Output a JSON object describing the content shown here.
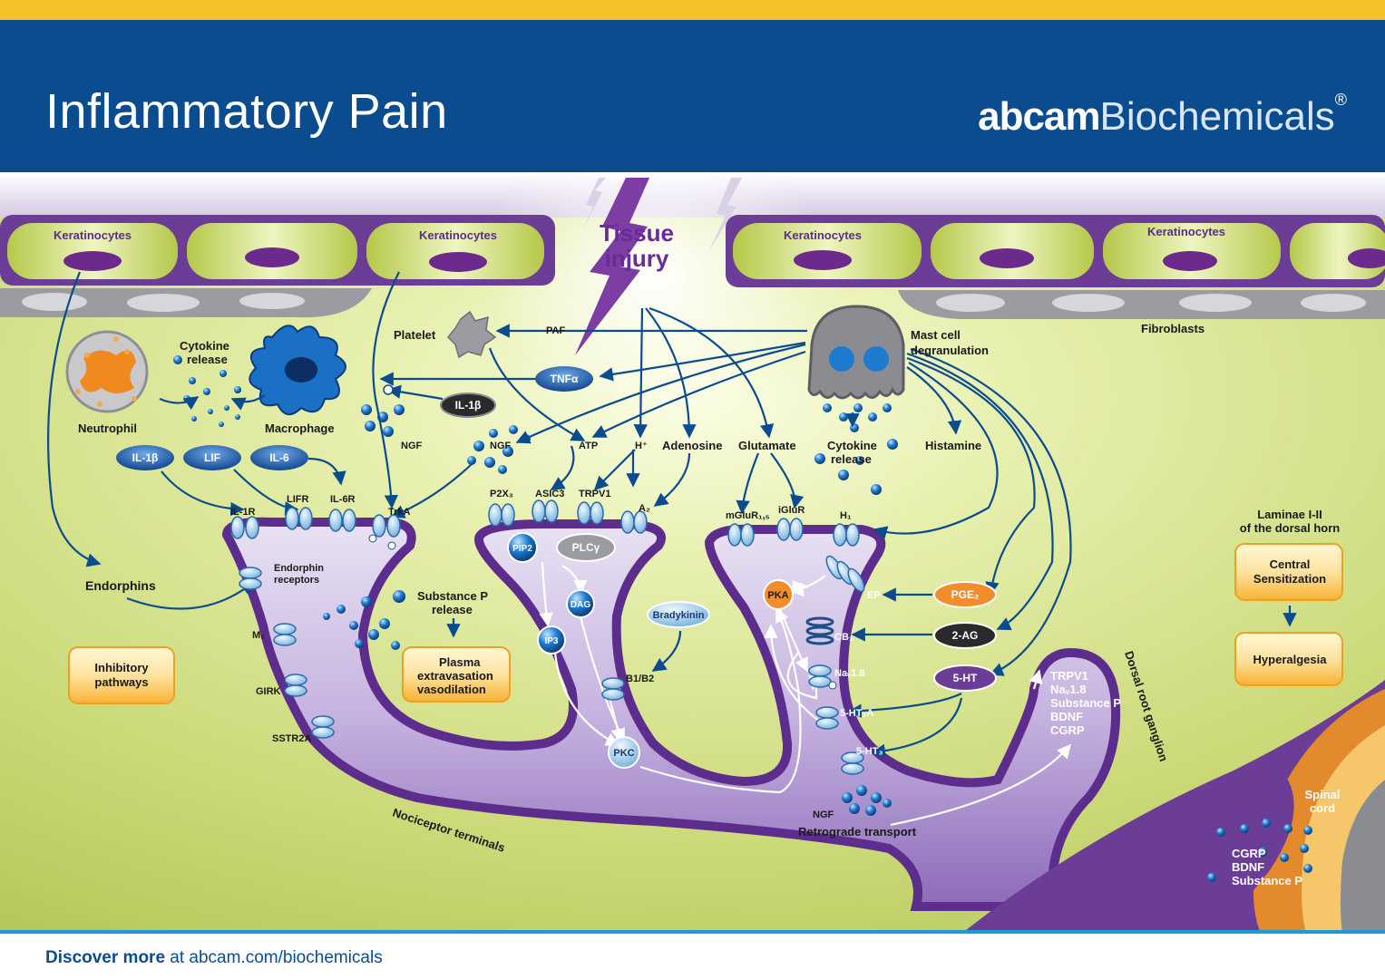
{
  "header": {
    "title": "Inflammatory Pain",
    "brand_bold": "abcam",
    "brand_light": "Biochemicals",
    "brand_reg": "®"
  },
  "footer": {
    "strong": "Discover more",
    "rest": " at abcam.com/biochemicals"
  },
  "diagram": {
    "keratinocytes": [
      "Keratinocytes",
      "Keratinocytes",
      "Keratinocytes",
      "Keratinocytes"
    ],
    "tissue_injury": [
      "Tissue",
      "injury"
    ],
    "fibroblasts": "Fibroblasts",
    "mast_cell": [
      "Mast cell",
      "degranulation"
    ],
    "platelet": "Platelet",
    "paf": "PAF",
    "tnf": "TNFα",
    "il1b_dark": "IL-1β",
    "neutrophil": "Neutrophil",
    "macrophage": "Macrophage",
    "cytokine_release_left": [
      "Cytokine",
      "release"
    ],
    "cytokine_release_right": [
      "Cytokine",
      "release"
    ],
    "mediators": {
      "ngf_left": "NGF",
      "ngf_mid": "NGF",
      "atp": "ATP",
      "h_plus": "H⁺",
      "adenosine": "Adenosine",
      "glutamate": "Glutamate",
      "histamine": "Histamine"
    },
    "cytokines": [
      "IL-1β",
      "LIF",
      "IL-6"
    ],
    "receptors": {
      "il1r": "IL-1R",
      "lifr": "LIFR",
      "il6r": "IL-6R",
      "trka": "TrkA",
      "p2x3": "P2X₃",
      "asic3": "ASIC3",
      "trpv1": "TRPV1",
      "a2": "A₂",
      "mglur": "mGluR₁,₅",
      "iglur": "iGluR",
      "h1": "H₁",
      "endorphin_receptors": [
        "Endorphin",
        "receptors"
      ],
      "m2": "M₂",
      "girk": "GIRK",
      "sstr2a": "SSTR2A",
      "b1b2": "B1/B2",
      "ep": "EP",
      "cb1": "CB₁",
      "nav18": "Naᵥ1.8",
      "ht2a": "5-HT₂A",
      "ht3": "5-HT₃"
    },
    "intracellular": {
      "pip2": "PIP2",
      "plcg": "PLCγ",
      "dag": "DAG",
      "ip3": "IP3",
      "pkc": "PKC",
      "pka": "PKA",
      "bradykinin": "Bradykinin"
    },
    "right_mediators": {
      "pge2": "PGE₂",
      "two_ag": "2-AG",
      "five_ht": "5-HT"
    },
    "endorphins": "Endorphins",
    "substance_p_release": [
      "Substance P",
      "release"
    ],
    "inhibitory_pathways": [
      "Inhibitory",
      "pathways"
    ],
    "plasma": [
      "Plasma",
      "extravasation",
      "vasodilation"
    ],
    "ngf_retro": "NGF",
    "retrograde_transport": "Retrograde transport",
    "nociceptor_terminals": "Nociceptor terminals",
    "drg_label": "Dorsal root ganglion",
    "drg_list": [
      "TRPV1",
      "Naᵥ1.8",
      "Substance P",
      "BDNF",
      "CGRP"
    ],
    "laminae": [
      "Laminae I-II",
      "of the dorsal horn"
    ],
    "central_sensitization": [
      "Central",
      "Sensitization"
    ],
    "hyperalgesia": "Hyperalgesia",
    "spinal_cord": [
      "Spinal",
      "cord"
    ],
    "spinal_list": [
      "CGRP",
      "BDNF",
      "Substance P"
    ]
  },
  "colors": {
    "header_blue": "#0b4c8f",
    "top_stripe": "#f6c22b",
    "footer_line": "#1b9ad6",
    "green_bg": "#c5d66a",
    "purple": "#6a3d97",
    "orange_box": "#f9b233"
  }
}
